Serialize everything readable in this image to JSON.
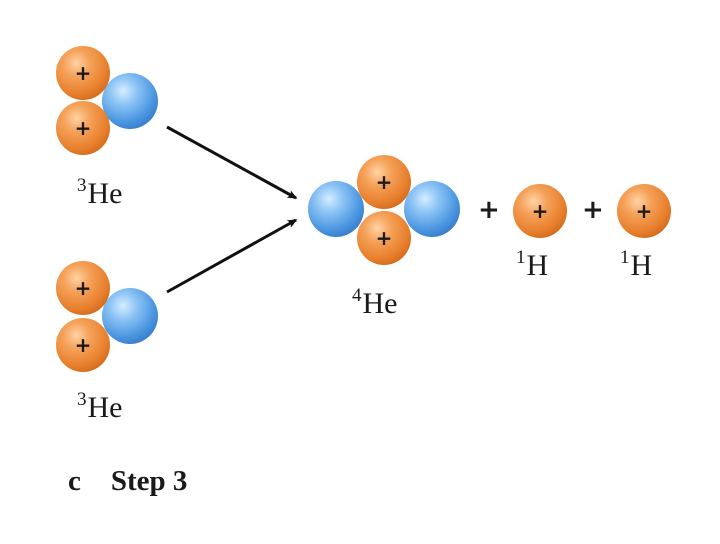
{
  "labels": {
    "he3_top": {
      "mass": "3",
      "symbol": "He"
    },
    "he3_bottom": {
      "mass": "3",
      "symbol": "He"
    },
    "he4": {
      "mass": "4",
      "symbol": "He"
    },
    "h1_first": {
      "mass": "1",
      "symbol": "H"
    },
    "h1_second": {
      "mass": "1",
      "symbol": "H"
    }
  },
  "particle_charge": "+",
  "plus_operator": "+",
  "caption": {
    "panel": "c",
    "title": "Step 3"
  },
  "colors": {
    "proton": "#ee8a3a",
    "neutron": "#5aa3e8",
    "arrow": "#111111",
    "text": "#1a1a1a"
  }
}
